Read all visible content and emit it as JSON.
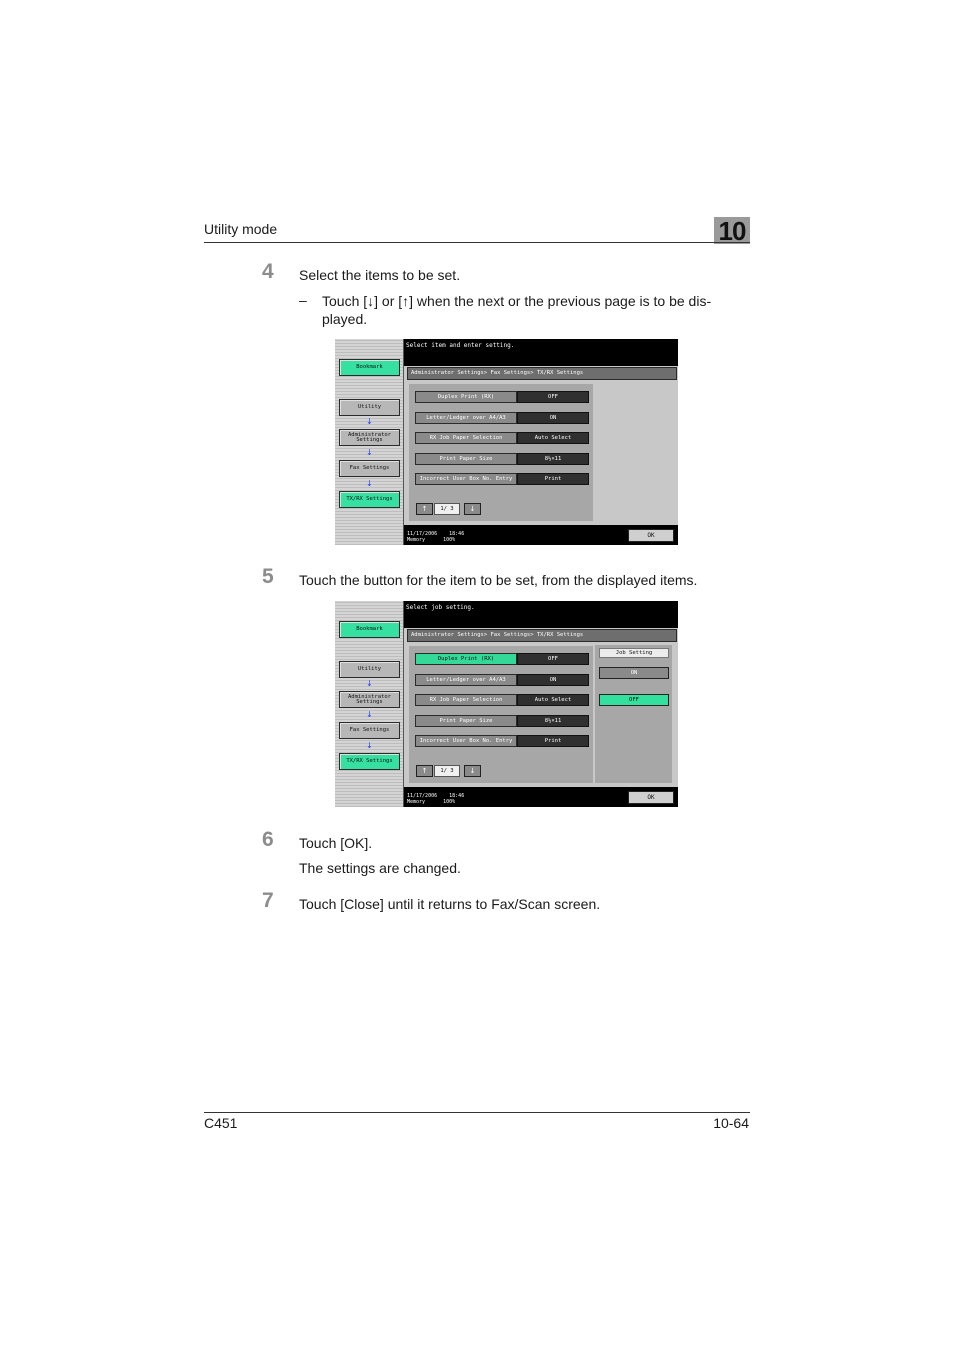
{
  "header": {
    "section": "Utility mode",
    "chapter": "10"
  },
  "steps": [
    {
      "number": "4",
      "text": "Select the items to be set.",
      "sub_dash": "–",
      "sub_text": "Touch [↓] or [↑] when the next or the previous page is to be dis-played."
    },
    {
      "number": "5",
      "text": "Touch the button for the item to be set, from the displayed items."
    },
    {
      "number": "6",
      "text": "Touch [OK].",
      "result": "The settings are changed."
    },
    {
      "number": "7",
      "text": "Touch [Close] until it returns to Fax/Scan screen."
    }
  ],
  "screen1": {
    "message": "Select item and enter setting.",
    "breadcrumb": "Administrator Settings> Fax Settings> TX/RX Settings",
    "sidebar": [
      "Bookmark",
      "Utility",
      "Administrator Settings",
      "Fax Settings",
      "TX/RX Settings"
    ],
    "rows": [
      {
        "label": "Duplex Print (RX)",
        "value": "OFF"
      },
      {
        "label": "Letter/Ledger over A4/A3",
        "value": "ON"
      },
      {
        "label": "RX Job Paper Selection",
        "value": "Auto Select"
      },
      {
        "label": "Print Paper Size",
        "value": "8½×11"
      },
      {
        "label": "Incorrect User Box No. Entry",
        "value": "Print"
      }
    ],
    "page": "1/ 3",
    "status_date": "11/17/2006",
    "status_time": "18:46",
    "status_memory_label": "Memory",
    "status_memory_value": "100%",
    "ok": "OK"
  },
  "screen2": {
    "message": "Select job setting.",
    "breadcrumb": "Administrator Settings> Fax Settings> TX/RX Settings",
    "sidebar": [
      "Bookmark",
      "Utility",
      "Administrator Settings",
      "Fax Settings",
      "TX/RX Settings"
    ],
    "rows": [
      {
        "label": "Duplex Print (RX)",
        "value": "OFF"
      },
      {
        "label": "Letter/Ledger over A4/A3",
        "value": "ON"
      },
      {
        "label": "RX Job Paper Selection",
        "value": "Auto Select"
      },
      {
        "label": "Print Paper Size",
        "value": "8½×11"
      },
      {
        "label": "Incorrect User Box No. Entry",
        "value": "Print"
      }
    ],
    "job_setting_title": "Job Setting",
    "job_options": [
      "ON",
      "OFF"
    ],
    "page": "1/ 3",
    "status_date": "11/17/2006",
    "status_time": "18:46",
    "status_memory_label": "Memory",
    "status_memory_value": "100%",
    "ok": "OK"
  },
  "footer": {
    "model": "C451",
    "page": "10-64"
  },
  "colors": {
    "accent_green": "#36e0a0",
    "arrow_blue": "#2040ff",
    "chapter_box": "#9a9a9a"
  }
}
